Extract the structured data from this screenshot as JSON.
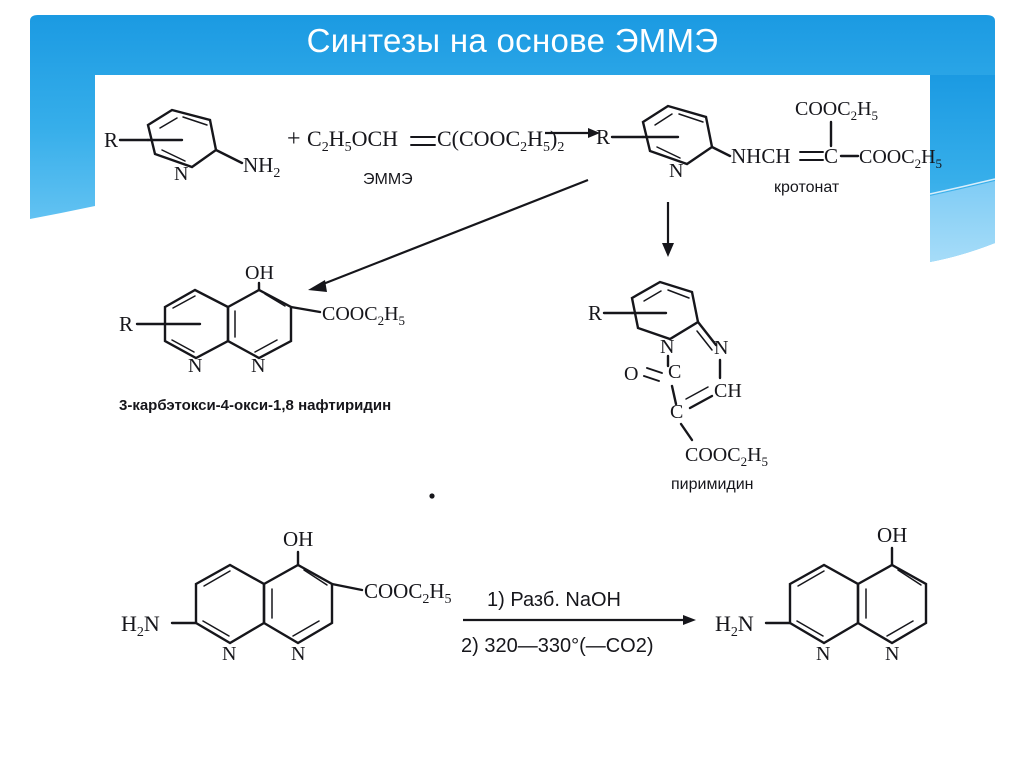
{
  "slide": {
    "title": "Синтезы на основе ЭММЭ",
    "title_color": "#ffffff",
    "banner_color_top": "#1b9ae2",
    "banner_color_bottom": "#62c2f2",
    "panel_color": "#ffffff"
  },
  "scheme": {
    "row1": {
      "reactant_ring_label_r": "R",
      "reactant_ring_n": "N",
      "reactant_substituent": "NH",
      "reactant_substituent_sub": "2",
      "plus": "+",
      "reagent": "C2H5OCH=C(COOC2H5)2",
      "reagent_name": "ЭММЭ",
      "arrow": "→",
      "product_ring_label_r": "R",
      "product_ring_n": "N",
      "product_chain": "NHCH",
      "product_center": "C",
      "product_ester_top": "COOC2H5",
      "product_ester_right": "COOC2H5",
      "product_name": "кротонат"
    },
    "row2_left": {
      "oh": "OH",
      "r": "R",
      "n_left": "N",
      "n_right": "N",
      "ester": "COOC2H5",
      "name": "3-карбэтокси-4-окси-1,8 нафтиридин"
    },
    "row2_right": {
      "r": "R",
      "n_ring": "N",
      "n_imine": "N",
      "ch": "CH",
      "c_carbonyl": "C",
      "o": "O",
      "c_center": "C",
      "ester": "COOC2H5",
      "name": "пиримидин"
    },
    "row3": {
      "left": {
        "oh": "OH",
        "amine": "H2N",
        "n_left": "N",
        "n_right": "N",
        "ester": "COOC2H5"
      },
      "conditions": {
        "step1": "1) Разб. NaOH",
        "step2": "2) 320—330°(—CO2)"
      },
      "right": {
        "oh": "OH",
        "amine": "H2N",
        "n_left": "N",
        "n_right": "N"
      }
    },
    "stray_dot": "."
  }
}
